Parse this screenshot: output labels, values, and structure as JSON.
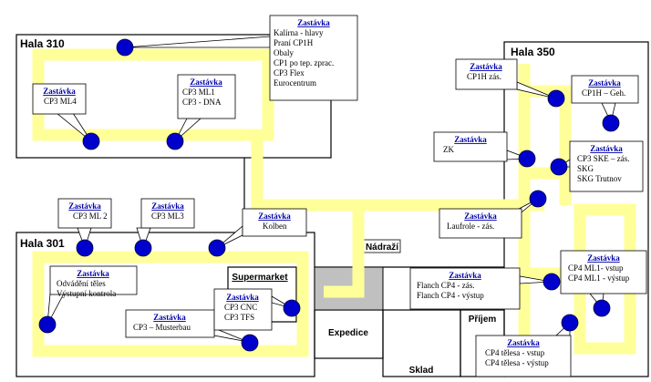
{
  "colors": {
    "path": "#ffff99",
    "stop": "#0000cc",
    "wall": "#000000",
    "station_fill": "#c0c0c0",
    "link": "#0000aa"
  },
  "halls": {
    "h310": "Hala 310",
    "h350": "Hala 350",
    "h301": "Hala 301"
  },
  "rooms": {
    "expedice": "Expedice",
    "sklad": "Sklad",
    "prijem": "Příjem",
    "nadrazi": "Nádraží",
    "supermarket": "Supermarket"
  },
  "stops": [
    {
      "title": "Zastávka",
      "lines": [
        "Kalírna - hlavy",
        "Praní CP1H",
        "Obaly",
        "CP1 po tep. zprac.",
        "CP3 Flex",
        "Eurocentrum"
      ]
    },
    {
      "title": "Zastávka",
      "lines": [
        "CP3 ML4"
      ]
    },
    {
      "title": "Zastávka",
      "lines": [
        "CP3 ML1",
        "CP3 - DNA"
      ]
    },
    {
      "title": "Zastávka",
      "lines": [
        "CP1H zás."
      ]
    },
    {
      "title": "Zastávka",
      "lines": [
        "CP1H – Geh."
      ]
    },
    {
      "title": "Zastávka",
      "lines": [
        "ZK"
      ]
    },
    {
      "title": "Zastávka",
      "lines": [
        "CP3 SKE – zás.",
        "SKG",
        "SKG Trutnov"
      ]
    },
    {
      "title": "Zastávka",
      "lines": [
        "CP3 ML 2"
      ]
    },
    {
      "title": "Zastávka",
      "lines": [
        "CP3 ML3"
      ]
    },
    {
      "title": "Zastávka",
      "lines": [
        "Kolben"
      ]
    },
    {
      "title": "Zastávka",
      "lines": [
        "Laufrole - zás."
      ]
    },
    {
      "title": "Zastávka",
      "lines": [
        "Odvádění těles",
        "Výstupní kontrola"
      ]
    },
    {
      "title": "Zastávka",
      "lines": [
        "CP3 – Musterbau"
      ]
    },
    {
      "title": "Zastávka",
      "lines": [
        "CP3 CNC",
        "CP3 TFS"
      ]
    },
    {
      "title": "Zastávka",
      "lines": [
        "Flanch CP4 - zás.",
        "Flanch CP4 - výstup"
      ]
    },
    {
      "title": "Zastávka",
      "lines": [
        "CP4 ML1- vstup",
        "CP4 ML1 - výstup"
      ]
    },
    {
      "title": "Zastávka",
      "lines": [
        "CP4 tělesa - vstup",
        "CP4 tělesa - výstup"
      ]
    }
  ]
}
